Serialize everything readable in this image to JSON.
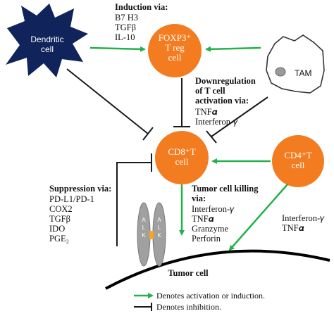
{
  "colors": {
    "dendritic_cell": "#10235a",
    "t_cell": "#f47c20",
    "activation_arrow": "#22b14c",
    "inhibition_arrow": "#1a1a1a",
    "receptor": "#a0a0a0",
    "receptor_band": "#f5a623"
  },
  "nodes": {
    "dendritic": "Dendritic\ncell",
    "treg": "FOXP3⁺\nT reg\ncell",
    "cd8": "CD8⁺T\ncell",
    "cd4": "CD4⁺T\ncell",
    "tam": "TAM",
    "tumor": "Tumor cell"
  },
  "receptor": {
    "letters": [
      "A",
      "L",
      "K"
    ]
  },
  "annotations": {
    "induction": {
      "heading": "Induction via:",
      "items": [
        "B7 H3",
        "TGFβ",
        "IL-10"
      ]
    },
    "downregulation": {
      "heading": "Downregulation\nof T cell\nactivation via:",
      "items": [
        "TNF𝜶",
        "Interferon-𝛾"
      ]
    },
    "suppression": {
      "heading": "Suppression via:",
      "items": [
        "PD-L1/PD-1",
        "COX2",
        "TGFβ",
        "IDO",
        "PGE₂"
      ]
    },
    "killing": {
      "heading": "Tumor cell killing\nvia:",
      "items": [
        "Interferon-𝛾",
        "TNF𝜶",
        "Granzyme",
        "Perforin"
      ]
    },
    "cd4_output": {
      "items": [
        "Interferon-𝛾",
        "TNF𝜶"
      ]
    }
  },
  "legend": {
    "activation": "Denotes activation or induction.",
    "inhibition": "Denotes inhibition."
  }
}
